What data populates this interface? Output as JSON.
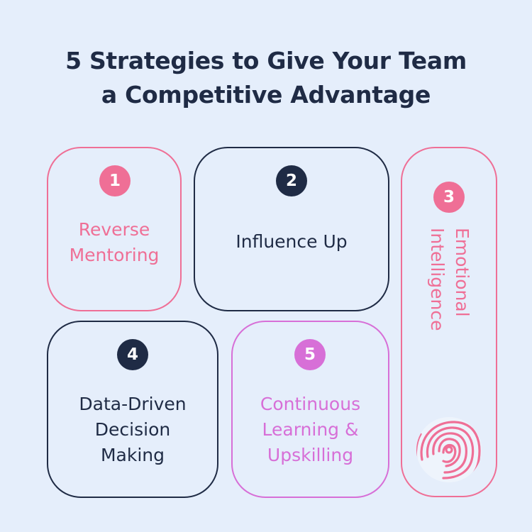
{
  "title": {
    "line1": "5 Strategies to Give Your Team",
    "line2": "a Competitive Advantage"
  },
  "strategies": [
    {
      "number": "1",
      "lines": [
        "Reverse",
        "Mentoring"
      ]
    },
    {
      "number": "2",
      "lines": [
        "Influence Up"
      ]
    },
    {
      "number": "3",
      "lines": [
        "Emotional",
        "Intelligence"
      ]
    },
    {
      "number": "4",
      "lines": [
        "Data-Driven",
        "Decision",
        "Making"
      ]
    },
    {
      "number": "5",
      "lines": [
        "Continuous",
        "Learning &",
        "Upskilling"
      ]
    }
  ],
  "colors": {
    "background": "#e5eefb",
    "navy": "#1f2b45",
    "pink": "#ef6f96",
    "violet": "#d76fd7"
  },
  "decoration": {
    "icon": "fingerprint-icon"
  }
}
